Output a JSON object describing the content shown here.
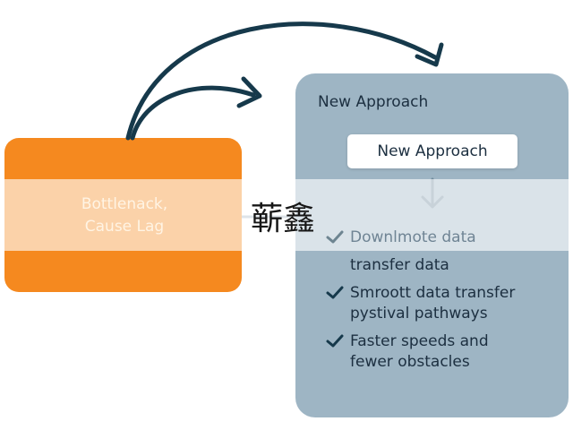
{
  "left_box": {
    "line1": "Bottlenack,",
    "line2": "Cause Lag"
  },
  "overlay_text": "蕲鑫",
  "right_panel": {
    "title": "New Approach",
    "button_label": "New Approach",
    "items": [
      {
        "line1": "Downlmote data",
        "line2": "transfer data"
      },
      {
        "line1": "Smroott data transfer",
        "line2": "pystival pathways"
      },
      {
        "line1": "Faster speeds and",
        "line2": "fewer obstacles"
      }
    ]
  },
  "colors": {
    "orange": "#f5891f",
    "panel": "#9eb5c4",
    "arrow": "#16394b",
    "text_dark": "#1c2f40"
  },
  "icons": [
    "curved-arrow-icon",
    "down-arrow-icon",
    "check-icon"
  ]
}
